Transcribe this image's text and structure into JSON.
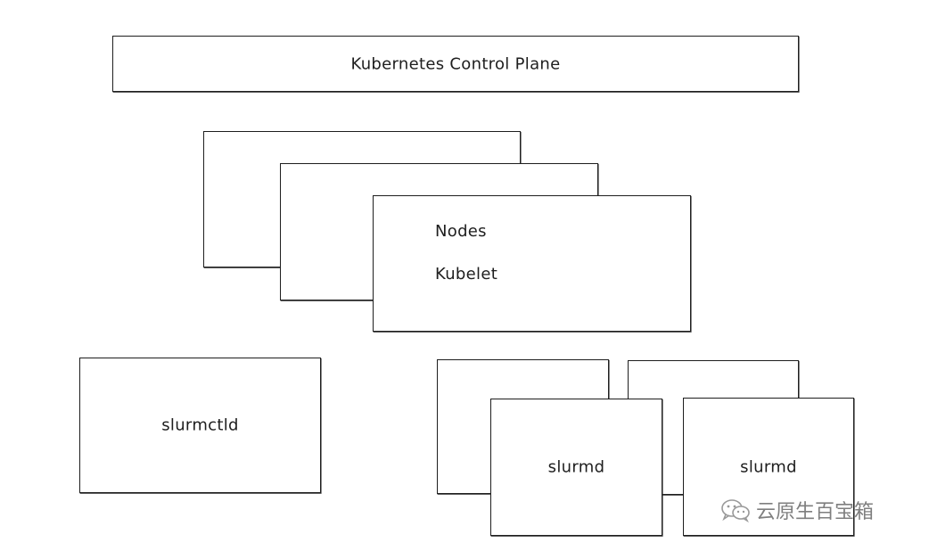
{
  "control_plane": {
    "label": "Kubernetes Control Plane"
  },
  "nodes_stack": {
    "title": "Nodes",
    "subtitle": "Kubelet"
  },
  "slurmctld": {
    "label": "slurmctld"
  },
  "slurmd_nodes": [
    {
      "label": "slurmd"
    },
    {
      "label": "slurmd"
    }
  ],
  "watermark": {
    "text": "云原生百宝箱",
    "icon": "wechat-icon"
  },
  "colors": {
    "stroke": "#1e1e1e",
    "background": "#ffffff",
    "watermark": "#555555"
  }
}
